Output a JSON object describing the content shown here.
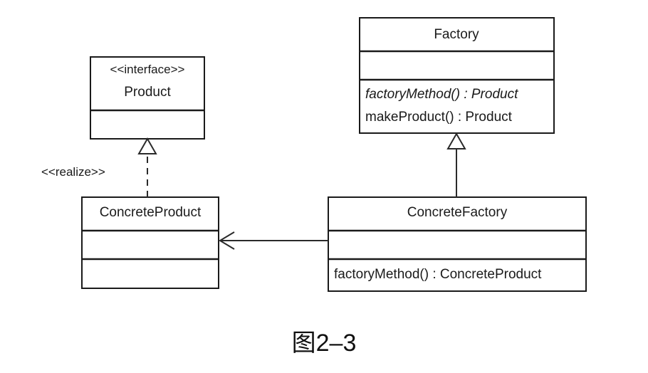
{
  "classes": {
    "product": {
      "stereotype": "<<interface>>",
      "name": "Product"
    },
    "factory": {
      "name": "Factory",
      "abstract_method": "factoryMethod() : Product",
      "method": "makeProduct() : Product"
    },
    "concrete_product": {
      "name": "ConcreteProduct"
    },
    "concrete_factory": {
      "name": "ConcreteFactory",
      "method": "factoryMethod() : ConcreteProduct"
    }
  },
  "relations": {
    "realize_label": "<<realize>>"
  },
  "caption": "图2–3"
}
